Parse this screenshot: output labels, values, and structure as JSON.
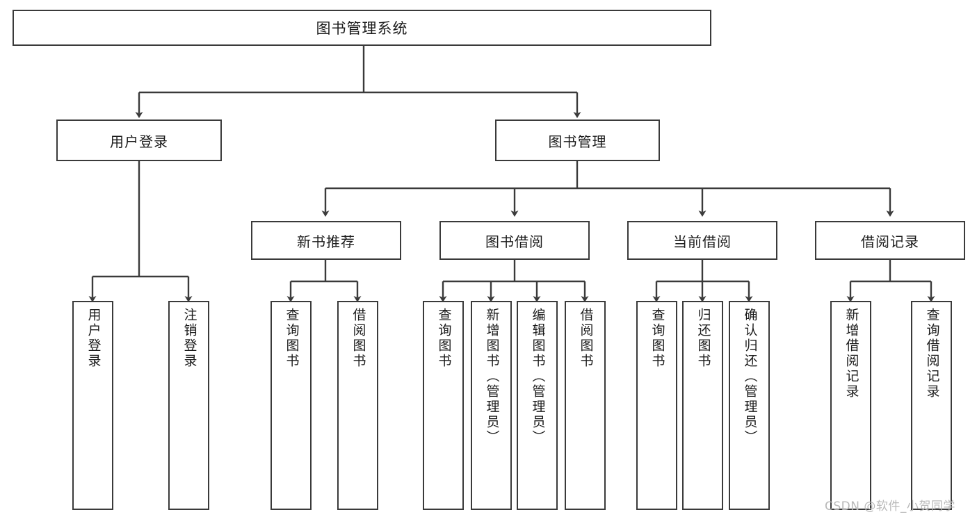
{
  "diagram": {
    "title": "图书管理系统",
    "type": "tree-hierarchy-diagram",
    "root": {
      "id": "root",
      "label": "图书管理系统"
    },
    "level1": [
      {
        "id": "user-login",
        "label": "用户登录"
      },
      {
        "id": "book-manage",
        "label": "图书管理"
      }
    ],
    "level2": [
      {
        "id": "new-book-recommend",
        "label": "新书推荐",
        "parent": "book-manage"
      },
      {
        "id": "book-borrow",
        "label": "图书借阅",
        "parent": "book-manage"
      },
      {
        "id": "current-borrow",
        "label": "当前借阅",
        "parent": "book-manage"
      },
      {
        "id": "borrow-record",
        "label": "借阅记录",
        "parent": "book-manage"
      }
    ],
    "leaves": [
      {
        "id": "leaf-user-login",
        "label": "用户登录",
        "parent": "user-login"
      },
      {
        "id": "leaf-logout-login",
        "label": "注销登录",
        "parent": "user-login"
      },
      {
        "id": "leaf-query-book-1",
        "label": "查询图书",
        "parent": "new-book-recommend"
      },
      {
        "id": "leaf-borrow-book-1",
        "label": "借阅图书",
        "parent": "new-book-recommend"
      },
      {
        "id": "leaf-query-book-2",
        "label": "查询图书",
        "parent": "book-borrow"
      },
      {
        "id": "leaf-add-book",
        "label": "新增图书（管理员）",
        "parent": "book-borrow"
      },
      {
        "id": "leaf-edit-book",
        "label": "编辑图书（管理员）",
        "parent": "book-borrow"
      },
      {
        "id": "leaf-borrow-book-2",
        "label": "借阅图书",
        "parent": "book-borrow"
      },
      {
        "id": "leaf-query-book-3",
        "label": "查询图书",
        "parent": "current-borrow"
      },
      {
        "id": "leaf-return-book",
        "label": "归还图书",
        "parent": "current-borrow"
      },
      {
        "id": "leaf-confirm-return",
        "label": "确认归还（管理员）",
        "parent": "current-borrow"
      },
      {
        "id": "leaf-add-record",
        "label": "新增借阅记录",
        "parent": "borrow-record"
      },
      {
        "id": "leaf-query-record",
        "label": "查询借阅记录",
        "parent": "borrow-record"
      }
    ],
    "watermark": "CSDN @软件_小贺同学",
    "colors": {
      "stroke": "#3a3a3a",
      "fill": "#ffffff",
      "text": "#1b1b1b",
      "watermark": "#b9b9b9"
    }
  }
}
